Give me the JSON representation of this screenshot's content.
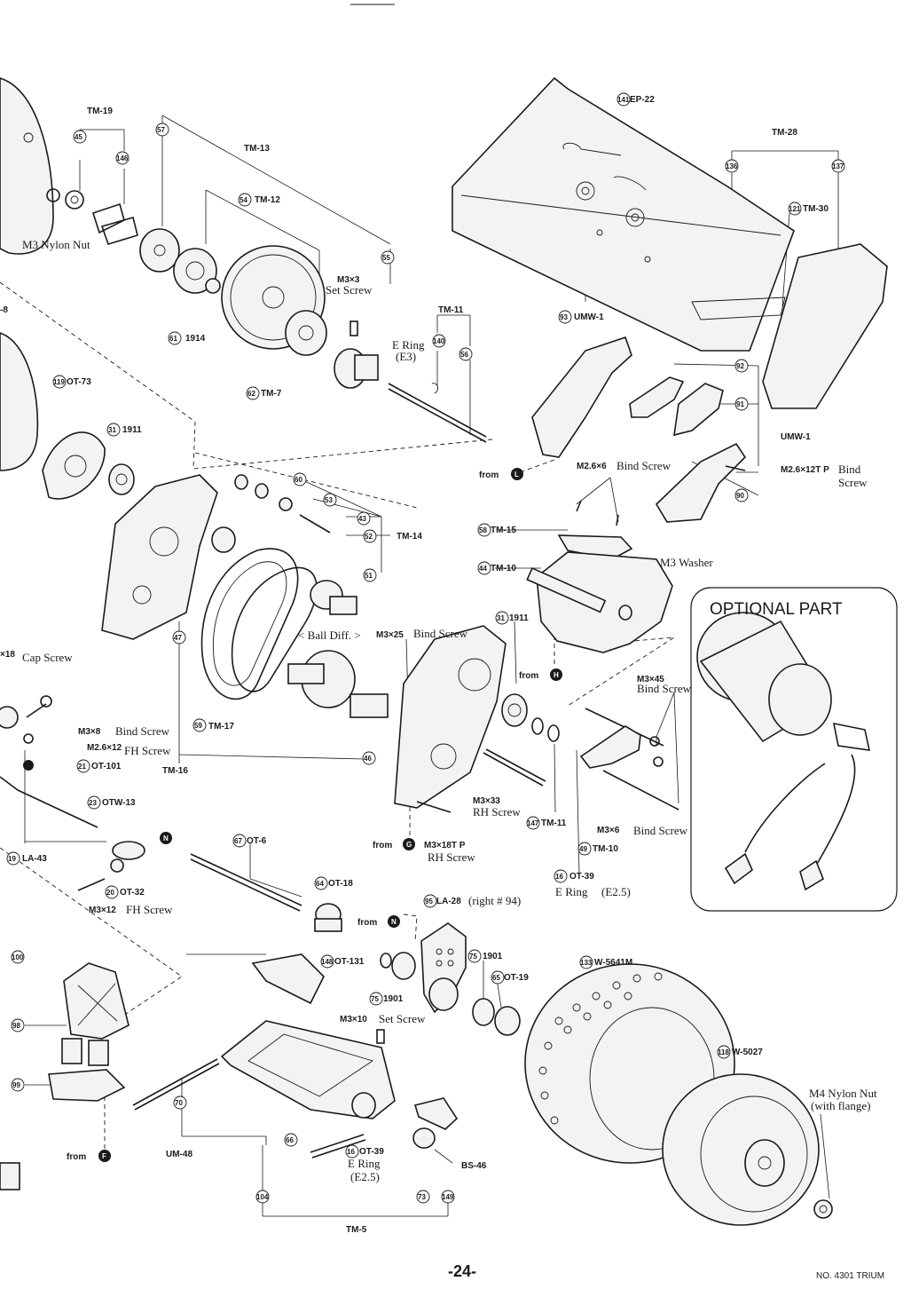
{
  "page": {
    "page_number": "-24-",
    "footer_text": "NO. 4301 TRIUM",
    "optional_title": "OPTIONAL PART"
  },
  "labels": {
    "tm19": "TM-19",
    "tm13": "TM-13",
    "tm12": "TM-12",
    "m3_nylon_nut": "M3 Nylon Nut",
    "m3x3": "M3×3",
    "set_screw": "Set Screw",
    "n1914": "1914",
    "tm7": "TM-7",
    "tm11_top": "TM-11",
    "e_ring": "E Ring",
    "e3": "(E3)",
    "ot73": "OT-73",
    "n1911a": "1911",
    "tm14": "TM-14",
    "ball_diff": "< Ball Diff. >",
    "m3x25": "M3×25",
    "bind_screw_a": "Bind Screw",
    "n1911b": "1911",
    "tm17": "TM-17",
    "tm16": "TM-16",
    "cap_screw": "Cap Screw",
    "x18": "×18",
    "m3x8": "M3×8",
    "bind_screw_b": "Bind Screw",
    "m26x12": "M2.6×12",
    "fh_screw_a": "FH Screw",
    "ot101": "OT-101",
    "otw13": "OTW-13",
    "la43": "LA-43",
    "ot32": "OT-32",
    "m3x12": "M3×12",
    "fh_screw_b": "FH Screw",
    "ot6": "OT-6",
    "ot18": "OT-18",
    "from_g": "from",
    "m3x18tp": "M3×18T P",
    "rh_screw_a": "RH Screw",
    "m3x33": "M3×33",
    "rh_screw_b": "RH Screw",
    "tm11_b": "TM-11",
    "ep22": "EP-22",
    "tm28": "TM-28",
    "tm30": "TM-30",
    "umw1_a": "UMW-1",
    "umw1_b": "UMW-1",
    "m26x6": "M2.6×6",
    "bind_screw_c": "Bind Screw",
    "m26x12tp": "M2.6×12T P",
    "bind_screw_d": "Bind",
    "screw_d": "Screw",
    "from_l": "from",
    "tm15": "TM-15",
    "tm10": "TM-10",
    "m3_washer": "M3  Washer",
    "from_h": "from",
    "m3x45": "M3×45",
    "bind_screw_e": "Bind Screw",
    "m3x6": "M3×6",
    "bind_screw_f": "Bind Screw",
    "tm10_b": "TM-10",
    "ot39_a": "OT-39",
    "e_ring_b": "E Ring",
    "e25_b": "(E2.5)",
    "la28": "LA-28",
    "right94": "(right # 94)",
    "from_n": "from",
    "n1901a": "1901",
    "ot19": "OT-19",
    "ot131": "OT-131",
    "n1901b": "1901",
    "m3x10": "M3×10",
    "set_screw_b": "Set Screw",
    "w5641m": "W-5641M",
    "w5027": "W-5027",
    "m4_nylon_nut": "M4 Nylon Nut",
    "with_flange": "(with flange)",
    "um48": "UM-48",
    "from_f": "from",
    "ot39_b": "OT-39",
    "e_ring_c": "E Ring",
    "e25_c": "(E2.5)",
    "bs46": "BS-46",
    "tm5": "TM-5",
    "tm_8": "-8"
  },
  "callouts": [
    "45",
    "146",
    "57",
    "54",
    "55",
    "140",
    "56",
    "61",
    "62",
    "119",
    "31",
    "60",
    "53",
    "43",
    "52",
    "51",
    "47",
    "59",
    "46",
    "21",
    "23",
    "19",
    "20",
    "67",
    "64",
    "147",
    "16",
    "49",
    "141",
    "136",
    "137",
    "121",
    "92",
    "91",
    "90",
    "93",
    "58",
    "44",
    "31",
    "95",
    "75",
    "65",
    "148",
    "75",
    "133",
    "118",
    "100",
    "98",
    "99",
    "70",
    "66",
    "16",
    "73",
    "149",
    "104"
  ],
  "letters": {
    "l": "L",
    "h": "H",
    "g": "G",
    "n": "N",
    "f": "F",
    "n2": "N"
  },
  "colors": {
    "ink": "#1a1a1a",
    "paper": "#ffffff"
  }
}
